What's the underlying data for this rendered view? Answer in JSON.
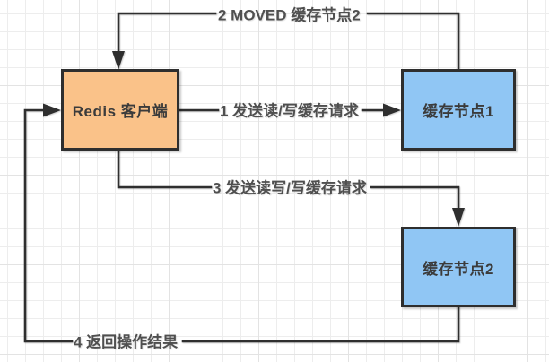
{
  "diagram": {
    "type": "flow",
    "nodes": [
      {
        "id": "redis-client",
        "label": "Redis 客户端",
        "fill": "#FAC289",
        "border": "#2E2E2E"
      },
      {
        "id": "cache-node-1",
        "label": "缓存节点1",
        "fill": "#90C6F4",
        "border": "#2E2E2E"
      },
      {
        "id": "cache-node-2",
        "label": "缓存节点2",
        "fill": "#90C6F4",
        "border": "#2E2E2E"
      }
    ],
    "edges": [
      {
        "id": "edge-moved",
        "label": "2 MOVED 缓存节点2",
        "from": "cache-node-1",
        "to": "redis-client"
      },
      {
        "id": "edge-req1",
        "label": "1 发送读/写缓存请求",
        "from": "redis-client",
        "to": "cache-node-1"
      },
      {
        "id": "edge-req3",
        "label": "3 发送读写/写缓存请求",
        "from": "redis-client",
        "to": "cache-node-2"
      },
      {
        "id": "edge-result",
        "label": "4 返回操作结果",
        "from": "cache-node-2",
        "to": "redis-client"
      }
    ],
    "colors": {
      "wire": "#2F2F2F",
      "grid_minor": "#EDEDED",
      "grid_major": "#E3E3E3",
      "label_text": "#4F4F4F",
      "node_text": "#3B3B3B",
      "background": "#FFFFFF"
    }
  }
}
